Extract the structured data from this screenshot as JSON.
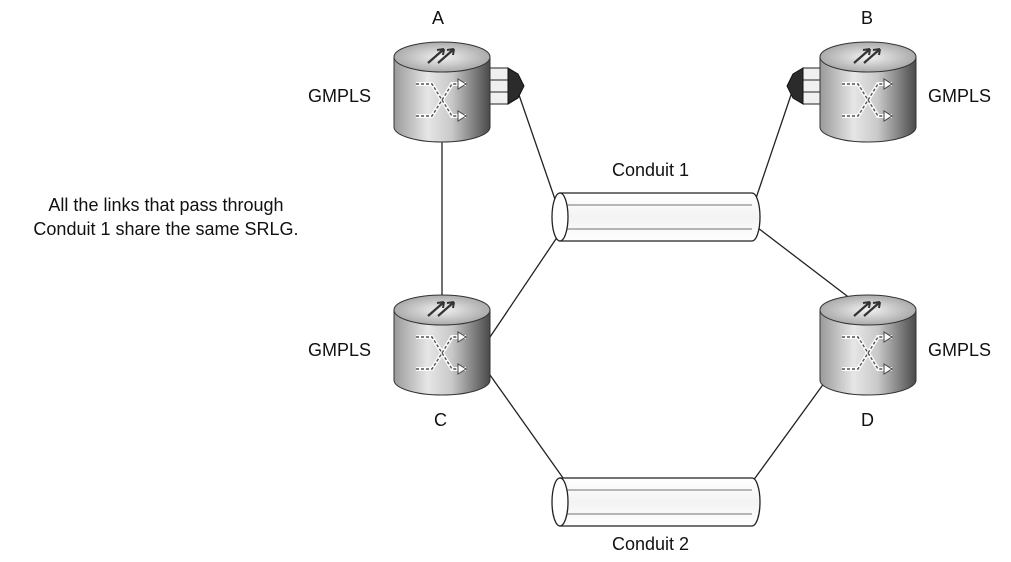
{
  "nodes": {
    "a": {
      "name": "A",
      "protocol": "GMPLS"
    },
    "b": {
      "name": "B",
      "protocol": "GMPLS"
    },
    "c": {
      "name": "C",
      "protocol": "GMPLS"
    },
    "d": {
      "name": "D",
      "protocol": "GMPLS"
    }
  },
  "conduits": {
    "conduit1": {
      "label": "Conduit 1"
    },
    "conduit2": {
      "label": "Conduit 2"
    }
  },
  "note": {
    "line1": "All the links that pass through",
    "line2": "Conduit 1 share the same SRLG."
  },
  "links": [
    {
      "from": "A",
      "to": "C"
    },
    {
      "from": "A",
      "via": "Conduit 1",
      "to": "D"
    },
    {
      "from": "B",
      "via": "Conduit 1",
      "to": "C"
    },
    {
      "from": "C",
      "via": "Conduit 2",
      "to": "D"
    }
  ],
  "colors": {
    "line": "#222222",
    "router_dark": "#5a5a5a",
    "router_light": "#eeeeee"
  }
}
